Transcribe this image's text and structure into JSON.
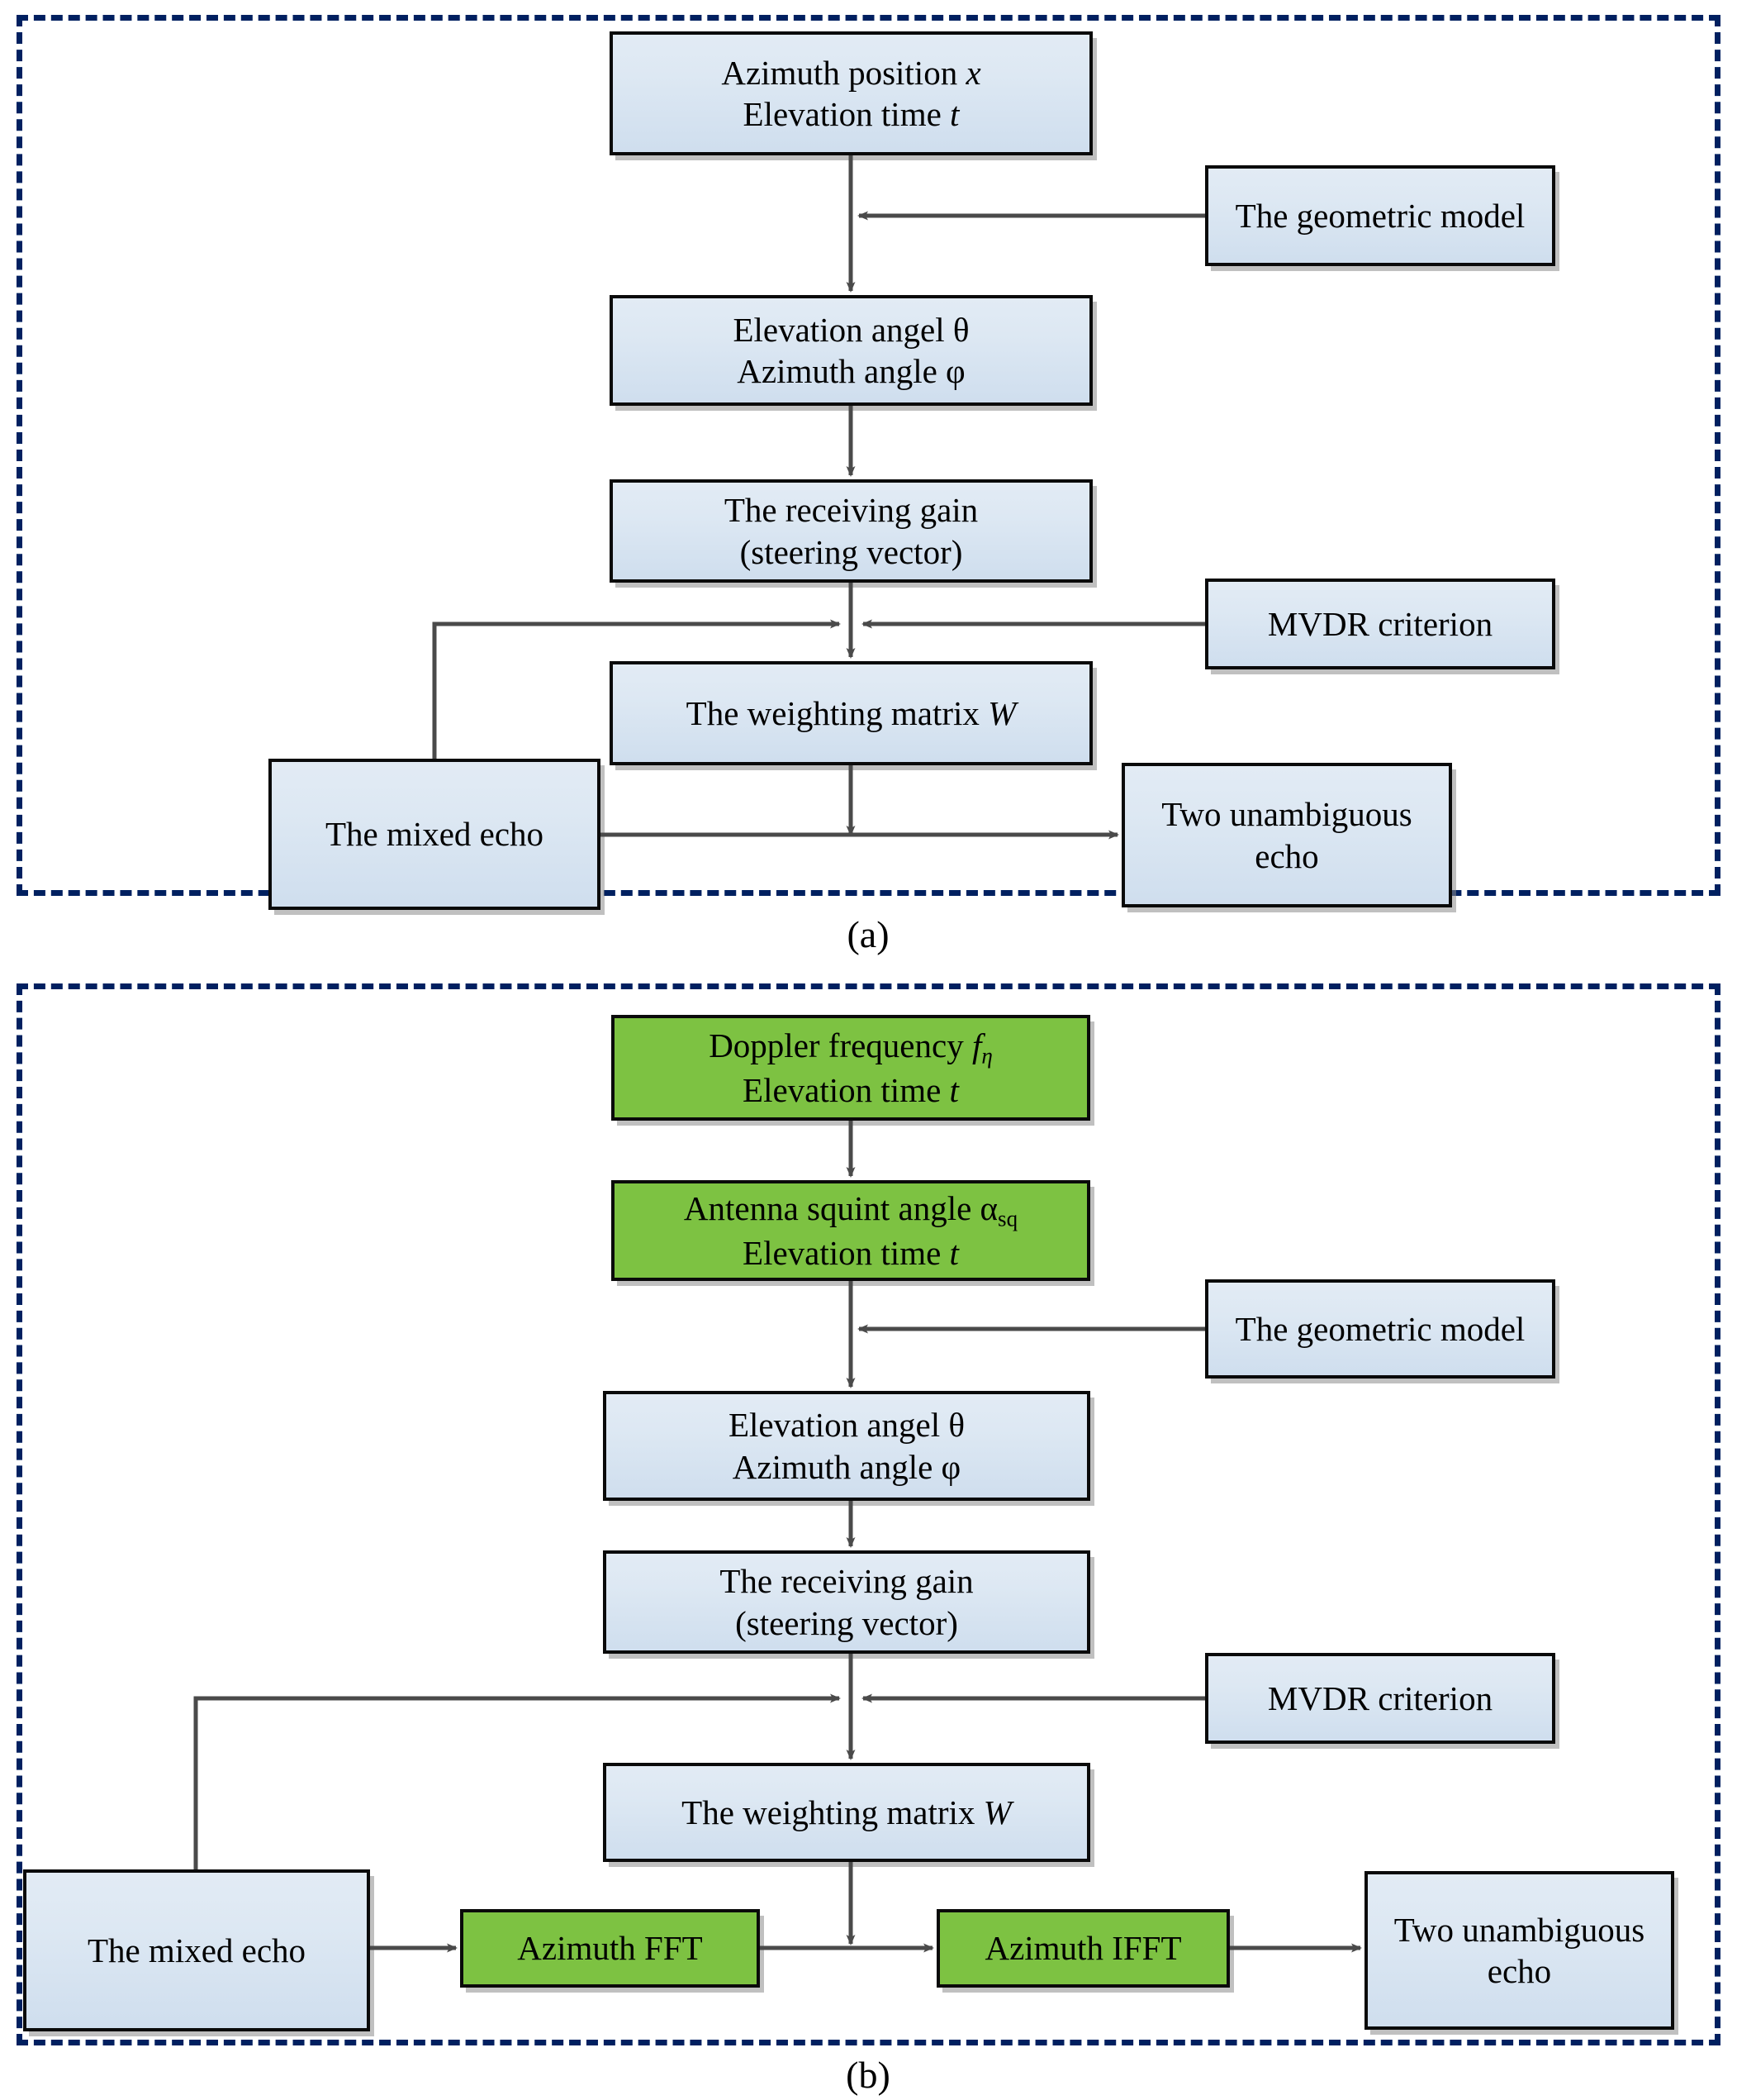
{
  "figure": {
    "panels": [
      {
        "id": "a",
        "caption": "(a)",
        "nodes": [
          {
            "name": "azimuth-position-node",
            "color": "blue",
            "lines": [
              "Azimuth position <i>x</i>",
              "Elevation time <i>t</i>"
            ]
          },
          {
            "name": "geometric-model-node-a",
            "color": "blue",
            "lines": [
              "The geometric model"
            ]
          },
          {
            "name": "angles-node-a",
            "color": "blue",
            "lines": [
              "Elevation angel θ",
              "Azimuth angle  φ"
            ]
          },
          {
            "name": "receiving-gain-node-a",
            "color": "blue",
            "lines": [
              "The receiving gain",
              "(steering vector)"
            ]
          },
          {
            "name": "mvdr-criterion-node-a",
            "color": "blue",
            "lines": [
              "MVDR criterion"
            ]
          },
          {
            "name": "weighting-matrix-node-a",
            "color": "blue",
            "lines": [
              "The weighting matrix <i>W</i>"
            ]
          },
          {
            "name": "mixed-echo-node-a",
            "color": "blue",
            "lines": [
              "The mixed echo"
            ]
          },
          {
            "name": "two-unambiguous-echo-node-a",
            "color": "blue",
            "lines": [
              "Two unambiguous",
              "echo"
            ]
          }
        ]
      },
      {
        "id": "b",
        "caption": "(b)",
        "nodes": [
          {
            "name": "doppler-frequency-node",
            "color": "green",
            "lines": [
              "Doppler frequency <i>f</i><span class=\"sub\"><i>η</i></span>",
              "Elevation time <i>t</i>"
            ]
          },
          {
            "name": "antenna-squint-angle-node",
            "color": "green",
            "lines": [
              "Antenna squint angle α<span class=\"sub\">sq</span>",
              "Elevation time <i>t</i>"
            ]
          },
          {
            "name": "geometric-model-node-b",
            "color": "blue",
            "lines": [
              "The geometric model"
            ]
          },
          {
            "name": "angles-node-b",
            "color": "blue",
            "lines": [
              "Elevation angel θ",
              "Azimuth angle  φ"
            ]
          },
          {
            "name": "receiving-gain-node-b",
            "color": "blue",
            "lines": [
              "The receiving gain",
              "(steering vector)"
            ]
          },
          {
            "name": "mvdr-criterion-node-b",
            "color": "blue",
            "lines": [
              "MVDR criterion"
            ]
          },
          {
            "name": "weighting-matrix-node-b",
            "color": "blue",
            "lines": [
              "The weighting matrix <i>W</i>"
            ]
          },
          {
            "name": "mixed-echo-node-b",
            "color": "blue",
            "lines": [
              "The mixed echo"
            ]
          },
          {
            "name": "azimuth-fft-node",
            "color": "green",
            "lines": [
              "Azimuth FFT"
            ]
          },
          {
            "name": "azimuth-ifft-node",
            "color": "green",
            "lines": [
              "Azimuth IFFT"
            ]
          },
          {
            "name": "two-unambiguous-echo-node-b",
            "color": "blue",
            "lines": [
              "Two unambiguous",
              "echo"
            ]
          }
        ]
      }
    ],
    "colors": {
      "panel_border": "#002060",
      "node_fill_blue": "#dde8f3",
      "node_fill_green": "#7dc242",
      "node_stroke": "#0a0a0a",
      "wire": "#4a4a4a"
    }
  }
}
